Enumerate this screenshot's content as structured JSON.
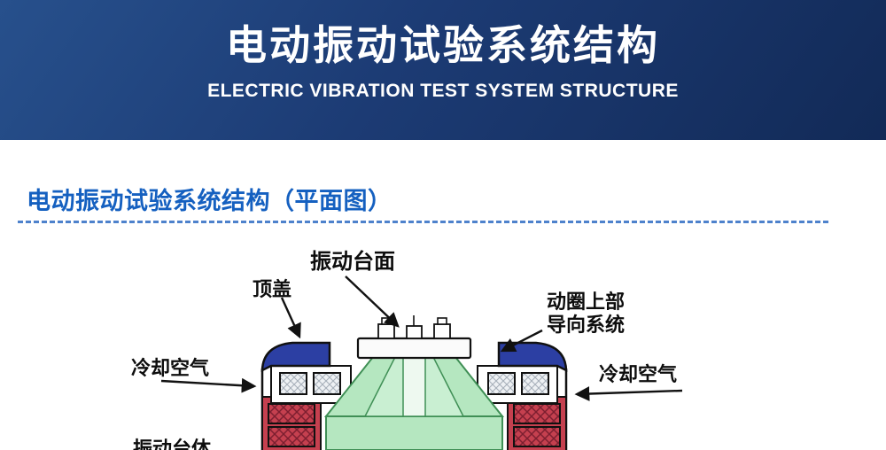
{
  "banner": {
    "title": "电动振动试验系统结构",
    "subtitle": "ELECTRIC VIBRATION TEST SYSTEM STRUCTURE"
  },
  "section": {
    "heading": "电动振动试验系统结构（平面图）"
  },
  "diagram": {
    "labels": {
      "table_surface": "振动台面",
      "top_cover": "顶盖",
      "coil_upper_guide": "动圈上部导向系统",
      "cooling_air_left": "冷却空气",
      "cooling_air_right": "冷却空气",
      "body_partial": "振动台体"
    },
    "colors": {
      "armature_green": "#b5e7c0",
      "magnet_red": "#c5404f",
      "cap_blue": "#2c3fa3",
      "accent_blue": "#1560c0",
      "banner_navy": "#1c3b74"
    }
  }
}
